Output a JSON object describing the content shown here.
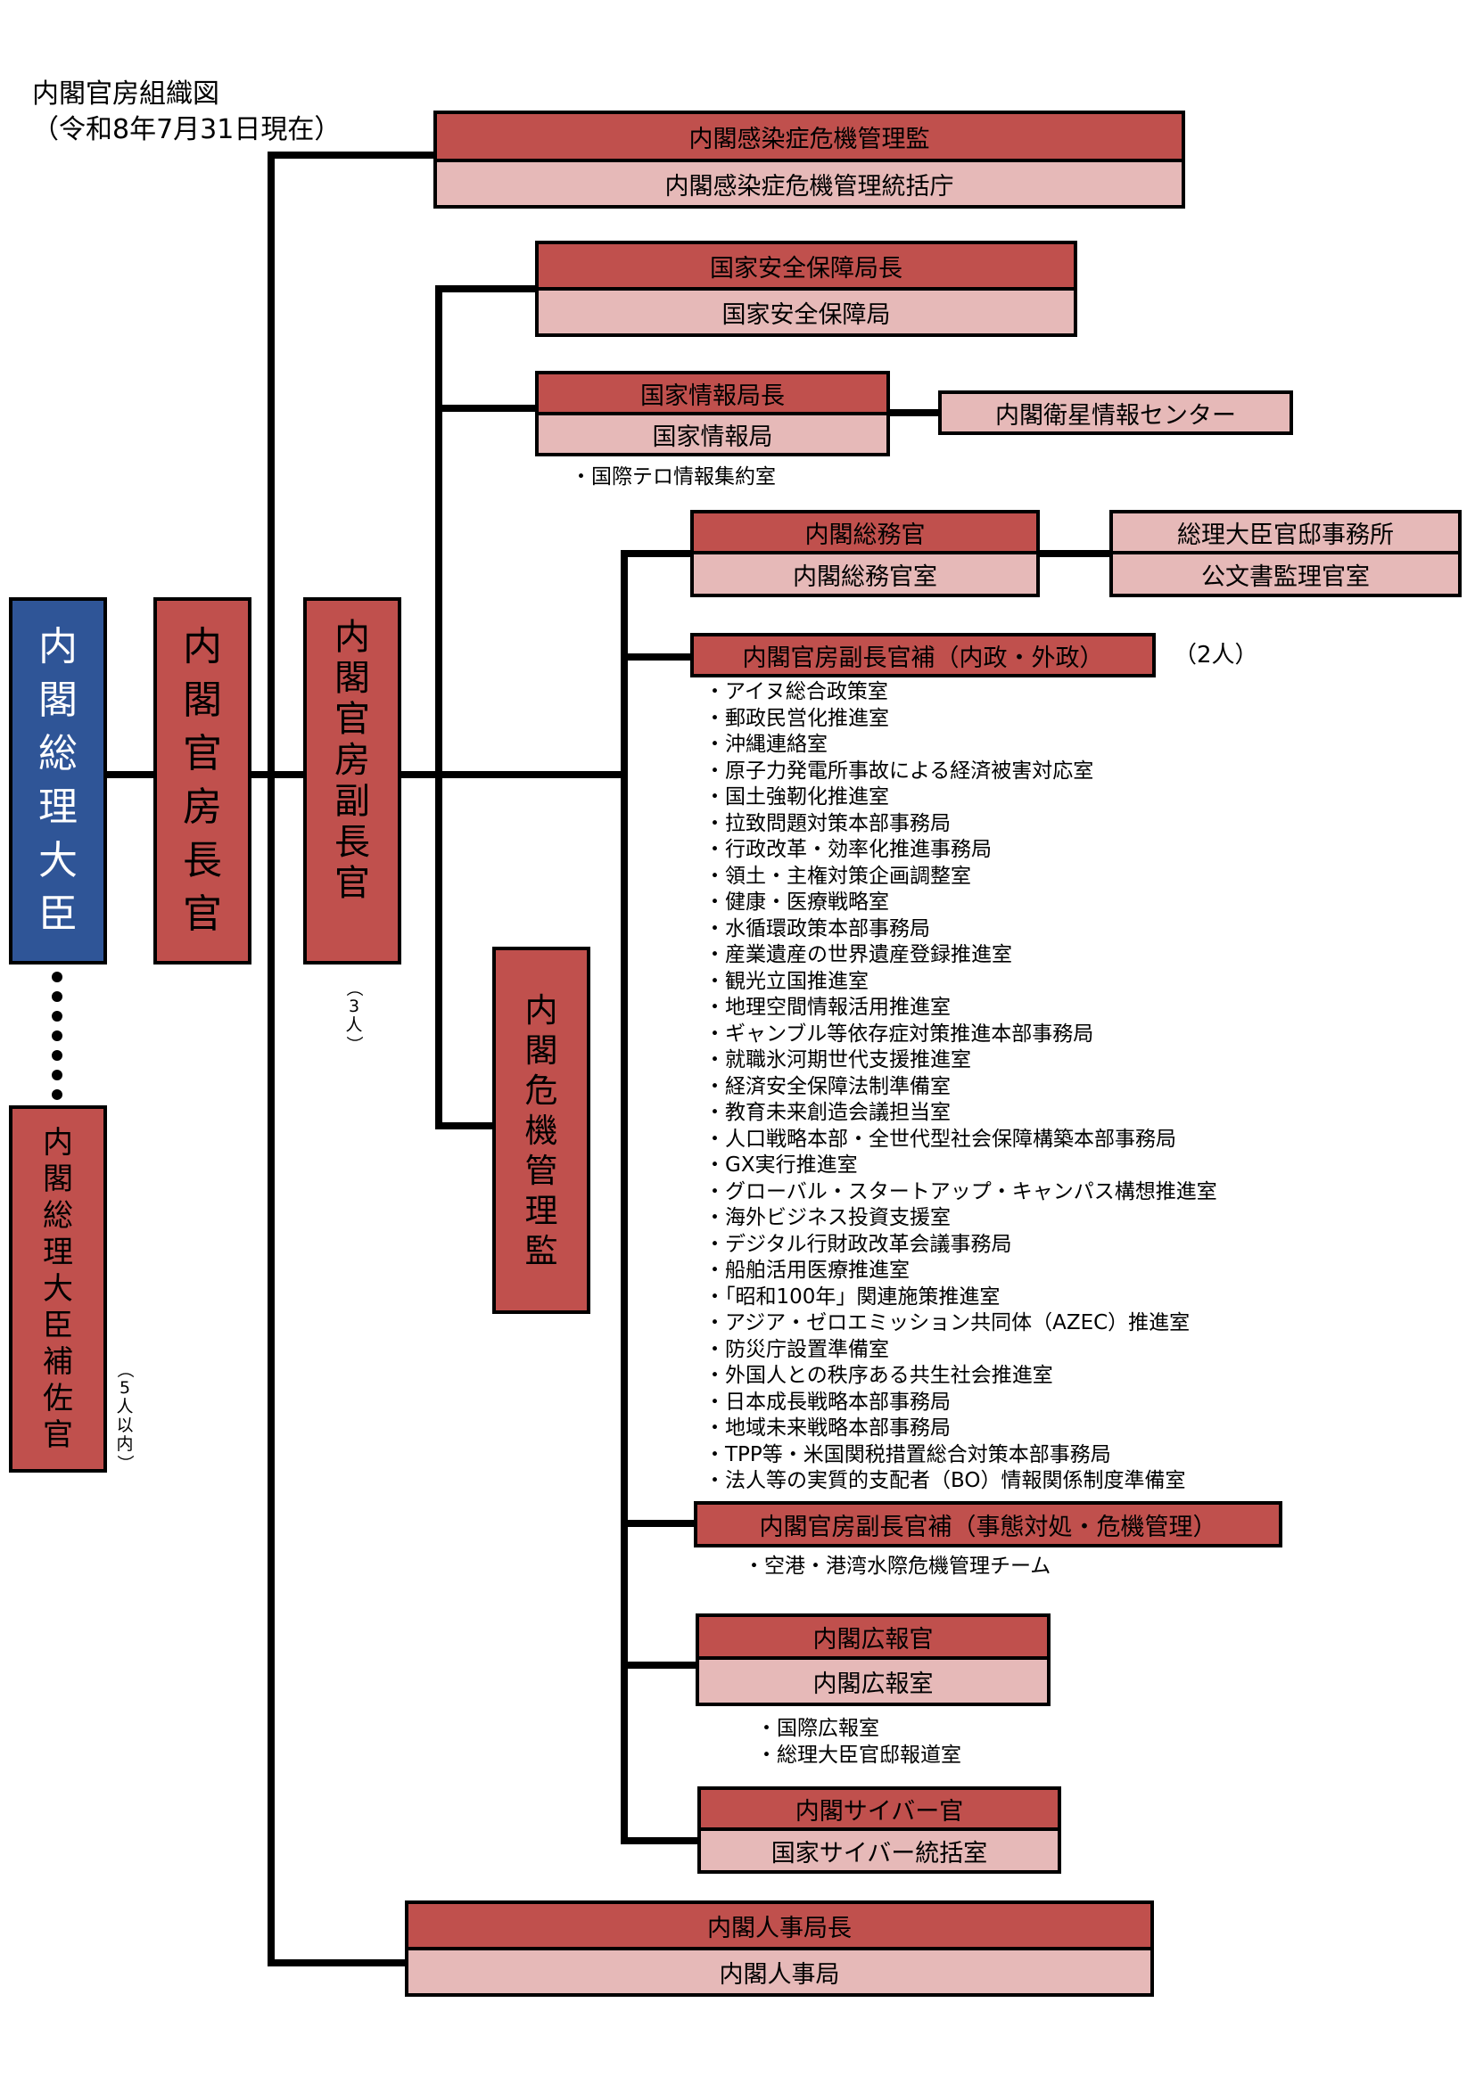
{
  "title": {
    "line1": "内閣官房組織図",
    "line2": "（令和8年7月31日現在）"
  },
  "colors": {
    "dark_box": "#c0504d",
    "light_box": "#e6b9b8",
    "prime_minister": "#2f5597"
  },
  "left_column": {
    "prime_minister": [
      "内",
      "閣",
      "総",
      "理",
      "大",
      "臣"
    ],
    "chief_cabinet_secretary": [
      "内",
      "閣",
      "官",
      "房",
      "長",
      "官"
    ],
    "deputy_chief": [
      "内",
      "閣",
      "官",
      "房",
      "副",
      "長",
      "官"
    ],
    "deputy_chief_note": [
      "（",
      "3",
      "人",
      "）"
    ],
    "pm_assistant": [
      "内",
      "閣",
      "総",
      "理",
      "大",
      "臣",
      "補",
      "佐",
      "官"
    ],
    "pm_assistant_note": [
      "（",
      "5",
      "人",
      "以",
      "内",
      "）"
    ],
    "crisis_manager": [
      "内",
      "閣",
      "危",
      "機",
      "管",
      "理",
      "監"
    ]
  },
  "infection": {
    "head": "内閣感染症危機管理監",
    "office": "内閣感染症危機管理統括庁"
  },
  "security": {
    "head": "国家安全保障局長",
    "office": "国家安全保障局"
  },
  "intelligence": {
    "head": "国家情報局長",
    "office": "国家情報局",
    "satellite": "内閣衛星情報センター",
    "note": "・国際テロ情報集約室"
  },
  "general_affairs": {
    "head": "内閣総務官",
    "office": "内閣総務官室",
    "residence": "総理大臣官邸事務所",
    "archives": "公文書監理官室"
  },
  "assistant_domestic": {
    "head": "内閣官房副長官補（内政・外政）",
    "count": "（2人）",
    "items": [
      "・アイヌ総合政策室",
      "・郵政民営化推進室",
      "・沖縄連絡室",
      "・原子力発電所事故による経済被害対応室",
      "・国土強靭化推進室",
      "・拉致問題対策本部事務局",
      "・行政改革・効率化推進事務局",
      "・領土・主権対策企画調整室",
      "・健康・医療戦略室",
      "・水循環政策本部事務局",
      "・産業遺産の世界遺産登録推進室",
      "・観光立国推進室",
      "・地理空間情報活用推進室",
      "・ギャンブル等依存症対策推進本部事務局",
      "・就職氷河期世代支援推進室",
      "・経済安全保障法制準備室",
      "・教育未来創造会議担当室",
      "・人口戦略本部・全世代型社会保障構築本部事務局",
      "・GX実行推進室",
      "・グローバル・スタートアップ・キャンパス構想推進室",
      "・海外ビジネス投資支援室",
      "・デジタル行財政改革会議事務局",
      "・船舶活用医療推進室",
      "・「昭和100年」関連施策推進室",
      "・アジア・ゼロエミッション共同体（AZEC）推進室",
      "・防災庁設置準備室",
      "・外国人との秩序ある共生社会推進室",
      "・日本成長戦略本部事務局",
      "・地域未来戦略本部事務局",
      "・TPP等・米国関税措置総合対策本部事務局",
      "・法人等の実質的支配者（BO）情報関係制度準備室"
    ]
  },
  "assistant_crisis": {
    "head": "内閣官房副長官補（事態対処・危機管理）",
    "note": "・空港・港湾水際危機管理チーム"
  },
  "public_relations": {
    "head": "内閣広報官",
    "office": "内閣広報室",
    "items": [
      "・国際広報室",
      "・総理大臣官邸報道室"
    ]
  },
  "cyber": {
    "head": "内閣サイバー官",
    "office": "国家サイバー統括室"
  },
  "personnel": {
    "head": "内閣人事局長",
    "office": "内閣人事局"
  }
}
